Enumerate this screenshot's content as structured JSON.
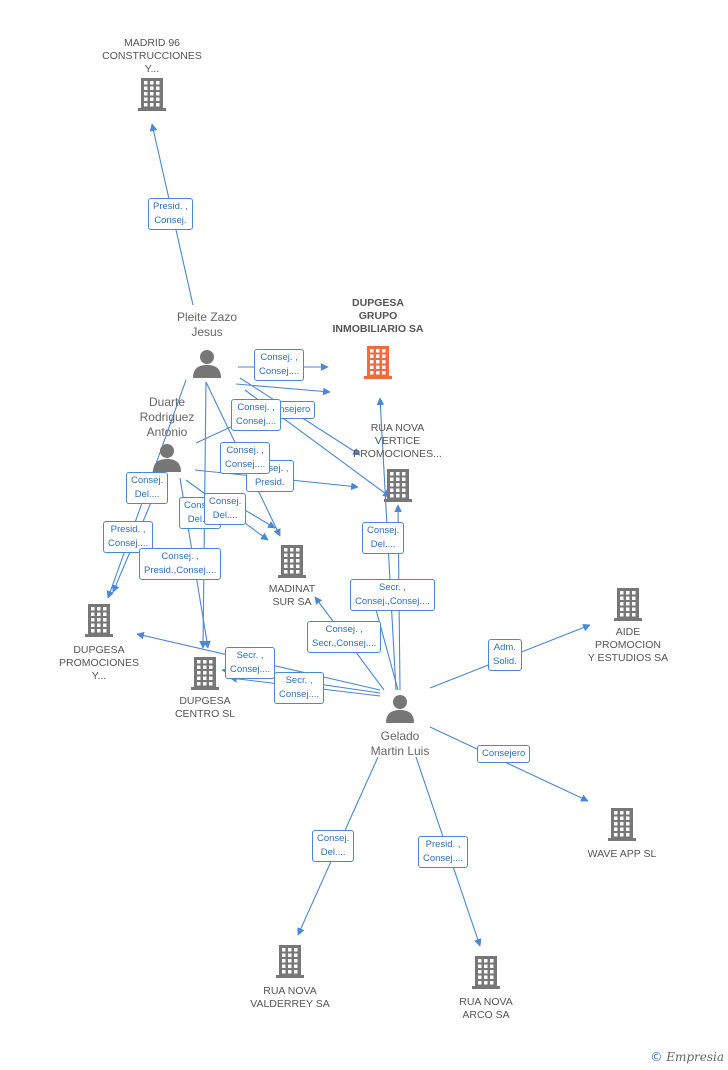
{
  "colors": {
    "edge": "#4a87d6",
    "building": "#777777",
    "main_building": "#f26a3d",
    "person": "#777777"
  },
  "companies": [
    {
      "id": "madrid96",
      "label": "MADRID 96\nCONSTRUCCIONES\nY...",
      "icon": "building-icon"
    },
    {
      "id": "dupgesa_grupo",
      "label": "DUPGESA\nGRUPO\nINMOBILIARIO SA",
      "icon": "building-icon",
      "main": true
    },
    {
      "id": "rua_vertice",
      "label": "RUA NOVA\nVERTICE\nPROMOCIONES...",
      "icon": "building-icon"
    },
    {
      "id": "madinat",
      "label": "MADINAT\nSUR SA",
      "icon": "building-icon"
    },
    {
      "id": "dupgesa_prom",
      "label": "DUPGESA\nPROMOCIONES\nY...",
      "icon": "building-icon"
    },
    {
      "id": "dupgesa_centro",
      "label": "DUPGESA\nCENTRO SL",
      "icon": "building-icon"
    },
    {
      "id": "aide",
      "label": "AIDE\nPROMOCION\nY ESTUDIOS SA",
      "icon": "building-icon"
    },
    {
      "id": "wave",
      "label": "WAVE APP  SL",
      "icon": "building-icon"
    },
    {
      "id": "rua_valderrey",
      "label": "RUA NOVA\nVALDERREY SA",
      "icon": "building-icon"
    },
    {
      "id": "rua_arco",
      "label": "RUA NOVA\nARCO SA",
      "icon": "building-icon"
    }
  ],
  "people": [
    {
      "id": "pleite",
      "label": "Pleite Zazo\nJesus",
      "icon": "person-icon"
    },
    {
      "id": "duarte",
      "label": "Duarte\nRodriguez\nAntonio",
      "icon": "person-icon"
    },
    {
      "id": "gelado",
      "label": "Gelado\nMartin Luis",
      "icon": "person-icon"
    }
  ],
  "edge_labels": [
    "Presid. ,\nConsej.",
    "Consej. ,\nConsej....",
    "Consejero",
    "Consej. ,\nConsej....",
    "Consej. ,\nConsej....",
    "Consej. ,\nPresid.",
    "Consej.\nDel....",
    "Consej.\nDel....",
    "Consej.\nDel....",
    "Presid. ,\nConsej....",
    "Consej. ,\nPresid.,Consej....",
    "Consej.\nDel....",
    "Secr. ,\nConsej.,Consej....",
    "Consej. ,\nSecr.,Consej....",
    "Secr. ,\nConsej....",
    "Secr. ,\nConsej....",
    "Adm.\nSolid.",
    "Consejero",
    "Consej.\nDel....",
    "Presid. ,\nConsej...."
  ],
  "brand": {
    "copyright": "©",
    "name": "Empresia"
  }
}
